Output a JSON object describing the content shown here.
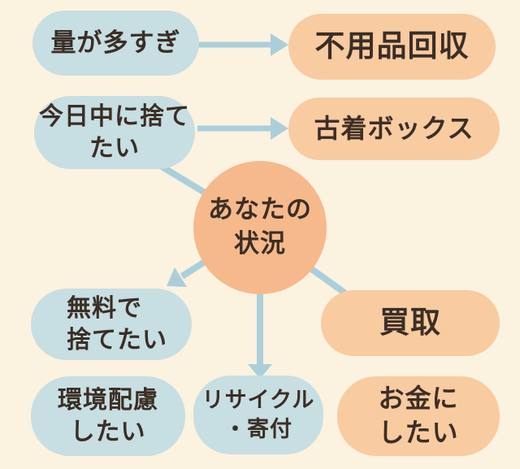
{
  "diagram_title": "disposal-options-by-situation",
  "colors": {
    "background": "#fbf2e0",
    "pill_blue": "#c7dee3",
    "pill_orange": "#f8cba1",
    "circle_fill": "#f5b98b",
    "arrow": "#abcfda",
    "text": "#3b2e25"
  },
  "nodes": [
    {
      "id": "too-much",
      "color": "blue",
      "lines": [
        "量が多すぎ"
      ]
    },
    {
      "id": "junk-collection",
      "color": "orange",
      "lines": [
        "不用品回収"
      ]
    },
    {
      "id": "dispose-today",
      "color": "blue",
      "lines": [
        "今日中に捨て",
        "たい"
      ]
    },
    {
      "id": "used-clothes-box",
      "color": "orange",
      "lines": [
        "古着ボックス"
      ]
    },
    {
      "id": "your-situation",
      "color": "orange",
      "lines": [
        "あなたの",
        "状況"
      ]
    },
    {
      "id": "dispose-free",
      "color": "blue",
      "lines": [
        "無料で",
        "捨てたい"
      ]
    },
    {
      "id": "eco-friendly",
      "color": "blue",
      "lines": [
        "環境配慮",
        "したい"
      ]
    },
    {
      "id": "recycle-donate",
      "color": "blue",
      "lines": [
        "リサイクル",
        "・寄付"
      ]
    },
    {
      "id": "buyback",
      "color": "orange",
      "lines": [
        "買取"
      ]
    },
    {
      "id": "make-money",
      "color": "orange",
      "lines": [
        "お金に",
        "したい"
      ]
    }
  ],
  "edges": [
    {
      "from": "too-much",
      "to": "junk-collection",
      "arrowhead": true
    },
    {
      "from": "dispose-today",
      "to": "used-clothes-box",
      "arrowhead": true
    },
    {
      "from": "dispose-today",
      "to": "your-situation",
      "arrowhead": false
    },
    {
      "from": "your-situation",
      "to": "dispose-free",
      "arrowhead": true
    },
    {
      "from": "your-situation",
      "to": "recycle-donate",
      "arrowhead": true
    },
    {
      "from": "your-situation",
      "to": "buyback",
      "arrowhead": false
    }
  ]
}
